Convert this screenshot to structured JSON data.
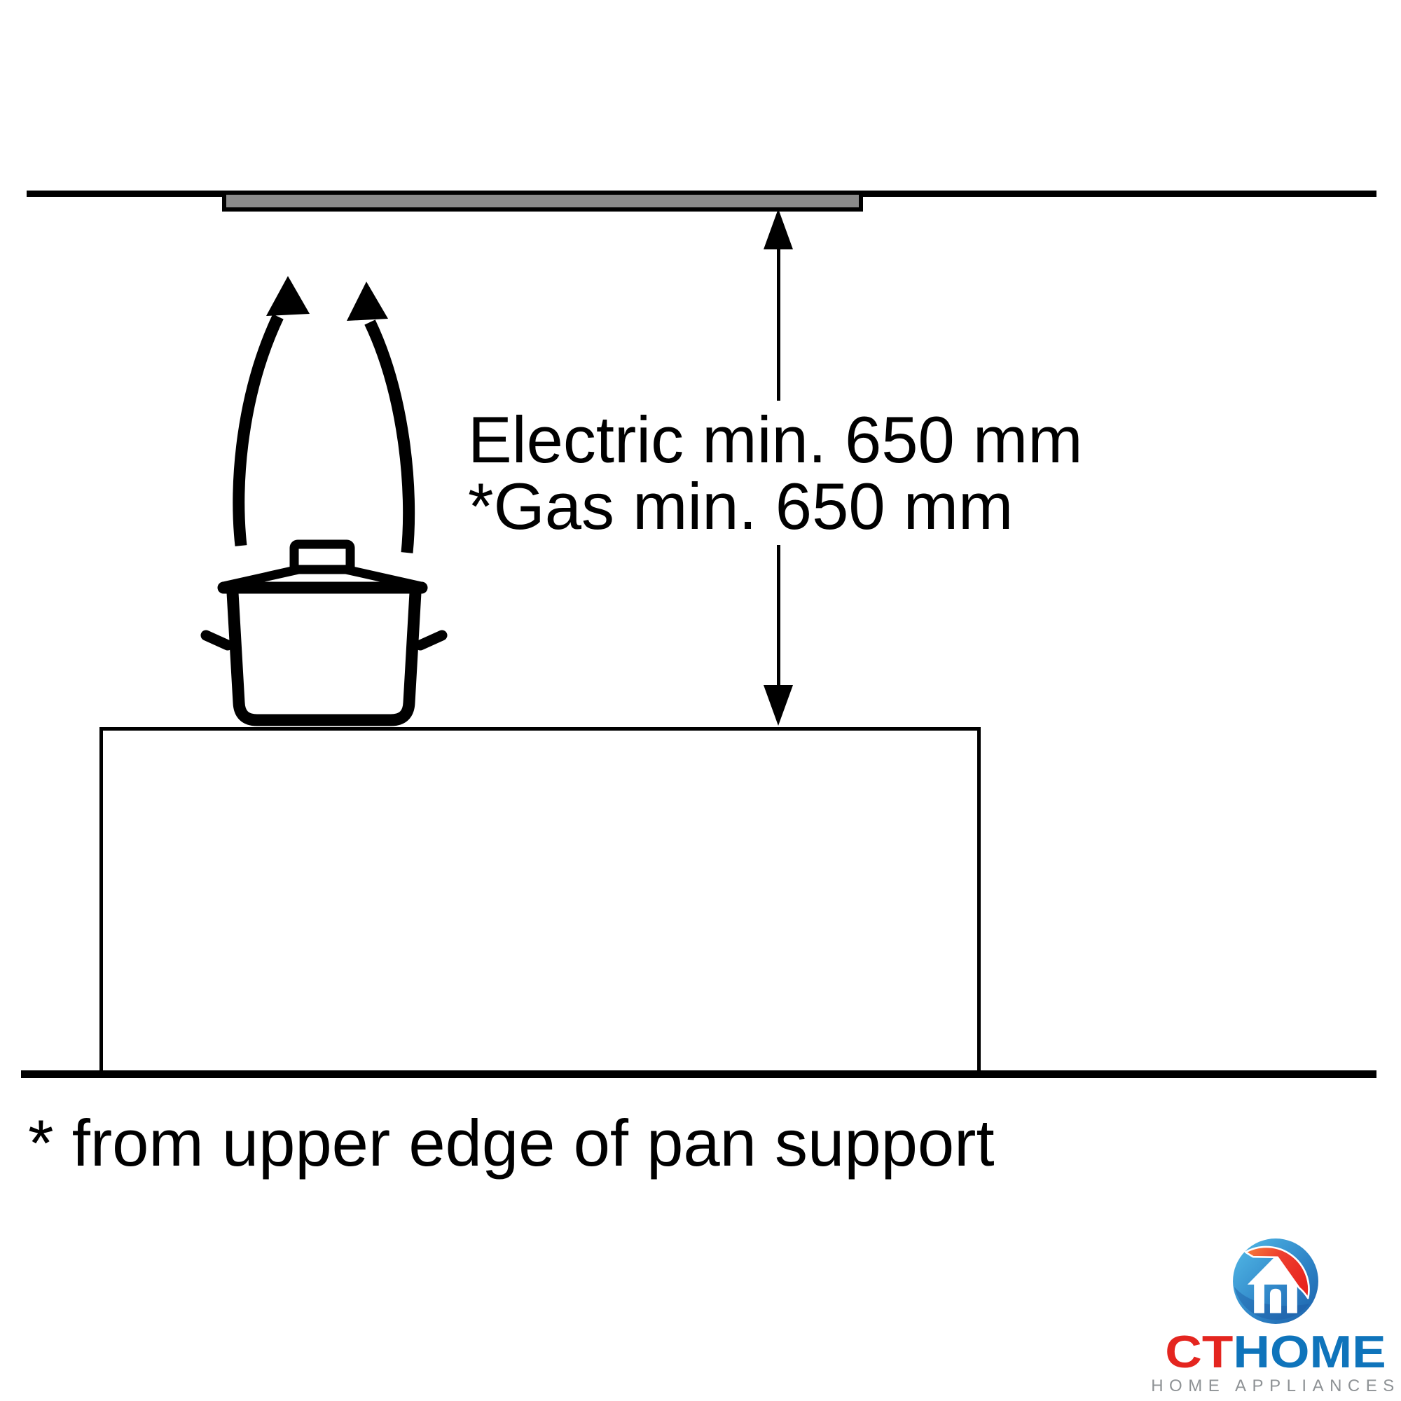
{
  "diagram": {
    "dimension_labels": [
      {
        "id": "electric",
        "text": "Electric min. 650 mm"
      },
      {
        "id": "gas",
        "text": "*Gas min. 650 mm"
      }
    ],
    "footnote": "* from upper edge of pan support"
  },
  "logo": {
    "brand_ct": "CT",
    "brand_home": "HOME",
    "tagline": "HOME APPLIANCES"
  },
  "colors": {
    "ink": "#000000",
    "background": "#ffffff",
    "hood_gray": "#8a8a8a",
    "logo_red": "#e4251f",
    "logo_blue": "#0f74bb",
    "tagline_gray": "#8e9295"
  }
}
